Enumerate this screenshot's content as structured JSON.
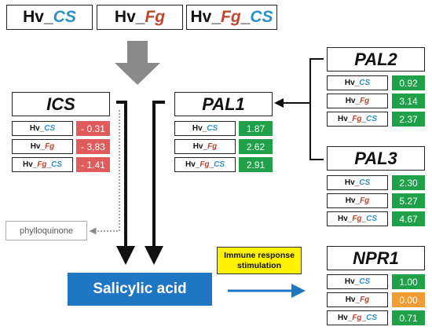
{
  "headers": [
    {
      "prefix": "Hv_",
      "a": "",
      "sep": "",
      "b": "CS"
    },
    {
      "prefix": "Hv_",
      "a": "Fg",
      "sep": "",
      "b": ""
    },
    {
      "prefix": "Hv_",
      "a": "Fg",
      "sep": "_",
      "b": "CS"
    }
  ],
  "genes": {
    "ics": {
      "name": "ICS",
      "values": [
        "- 0.31",
        "- 3,83",
        "- 1.41"
      ]
    },
    "pal1": {
      "name": "PAL1",
      "values": [
        "1.87",
        "2.62",
        "2.91"
      ]
    },
    "pal2": {
      "name": "PAL2",
      "values": [
        "0.92",
        "3.14",
        "2.37"
      ]
    },
    "pal3": {
      "name": "PAL3",
      "values": [
        "2.30",
        "5.27",
        "4.67"
      ]
    },
    "npr1": {
      "name": "NPR1",
      "values": [
        "1.00",
        "0.00",
        "0.71"
      ]
    }
  },
  "conditions": [
    {
      "prefix": "Hv_",
      "a": "",
      "sep": "",
      "b": "CS"
    },
    {
      "prefix": "Hv_",
      "a": "Fg",
      "sep": "",
      "b": ""
    },
    {
      "prefix": "Hv_",
      "a": "Fg",
      "sep": "_",
      "b": "CS"
    }
  ],
  "labels": {
    "salicylic_acid": "Salicylic acid",
    "immune_line1": "Immune response",
    "immune_line2": "stimulation",
    "phylloquinone": "phylloquinone"
  },
  "colors": {
    "positive": "#1fa049",
    "negative": "#e05c5c",
    "zero": "#f39c34",
    "cs": "#2a8fc4",
    "fg": "#c0452e",
    "sa_box": "#1f76c2",
    "immune_box": "#fff200"
  }
}
